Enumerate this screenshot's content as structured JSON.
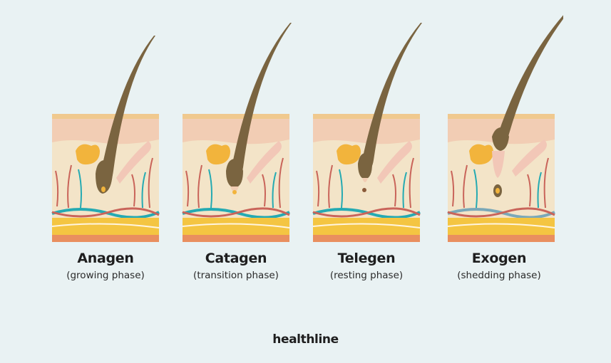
{
  "brand": {
    "name": "healthline"
  },
  "colors": {
    "background": "#e9f2f3",
    "hair": "#7a6440",
    "skin_top": "#f2cdb4",
    "dermis": "#f3e4c8",
    "gland": "#f2b43c",
    "vessel_red": "#c9645a",
    "vessel_teal": "#25aab2",
    "fat_yellow": "#f4c542"
  },
  "phases": [
    {
      "id": "anagen",
      "name": "Anagen",
      "description": "(growing phase)"
    },
    {
      "id": "catagen",
      "name": "Catagen",
      "description": "(transition phase)"
    },
    {
      "id": "telegen",
      "name": "Telegen",
      "description": "(resting phase)"
    },
    {
      "id": "exogen",
      "name": "Exogen",
      "description": "(shedding phase)"
    }
  ]
}
